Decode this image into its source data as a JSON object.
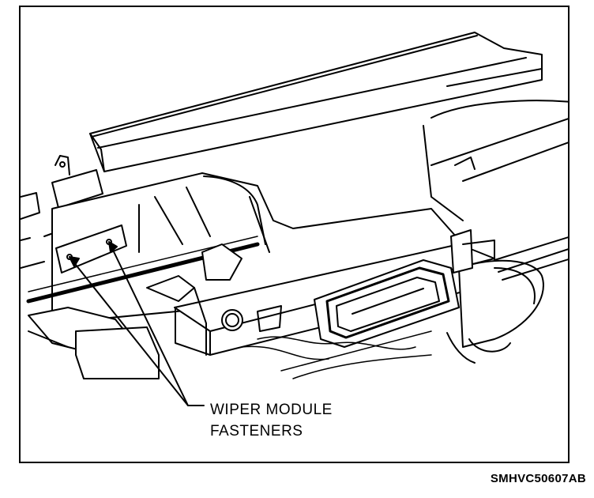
{
  "callout": {
    "line1": "WIPER MODULE",
    "line2": "FASTENERS"
  },
  "figure_id": "SMHVC50607AB"
}
